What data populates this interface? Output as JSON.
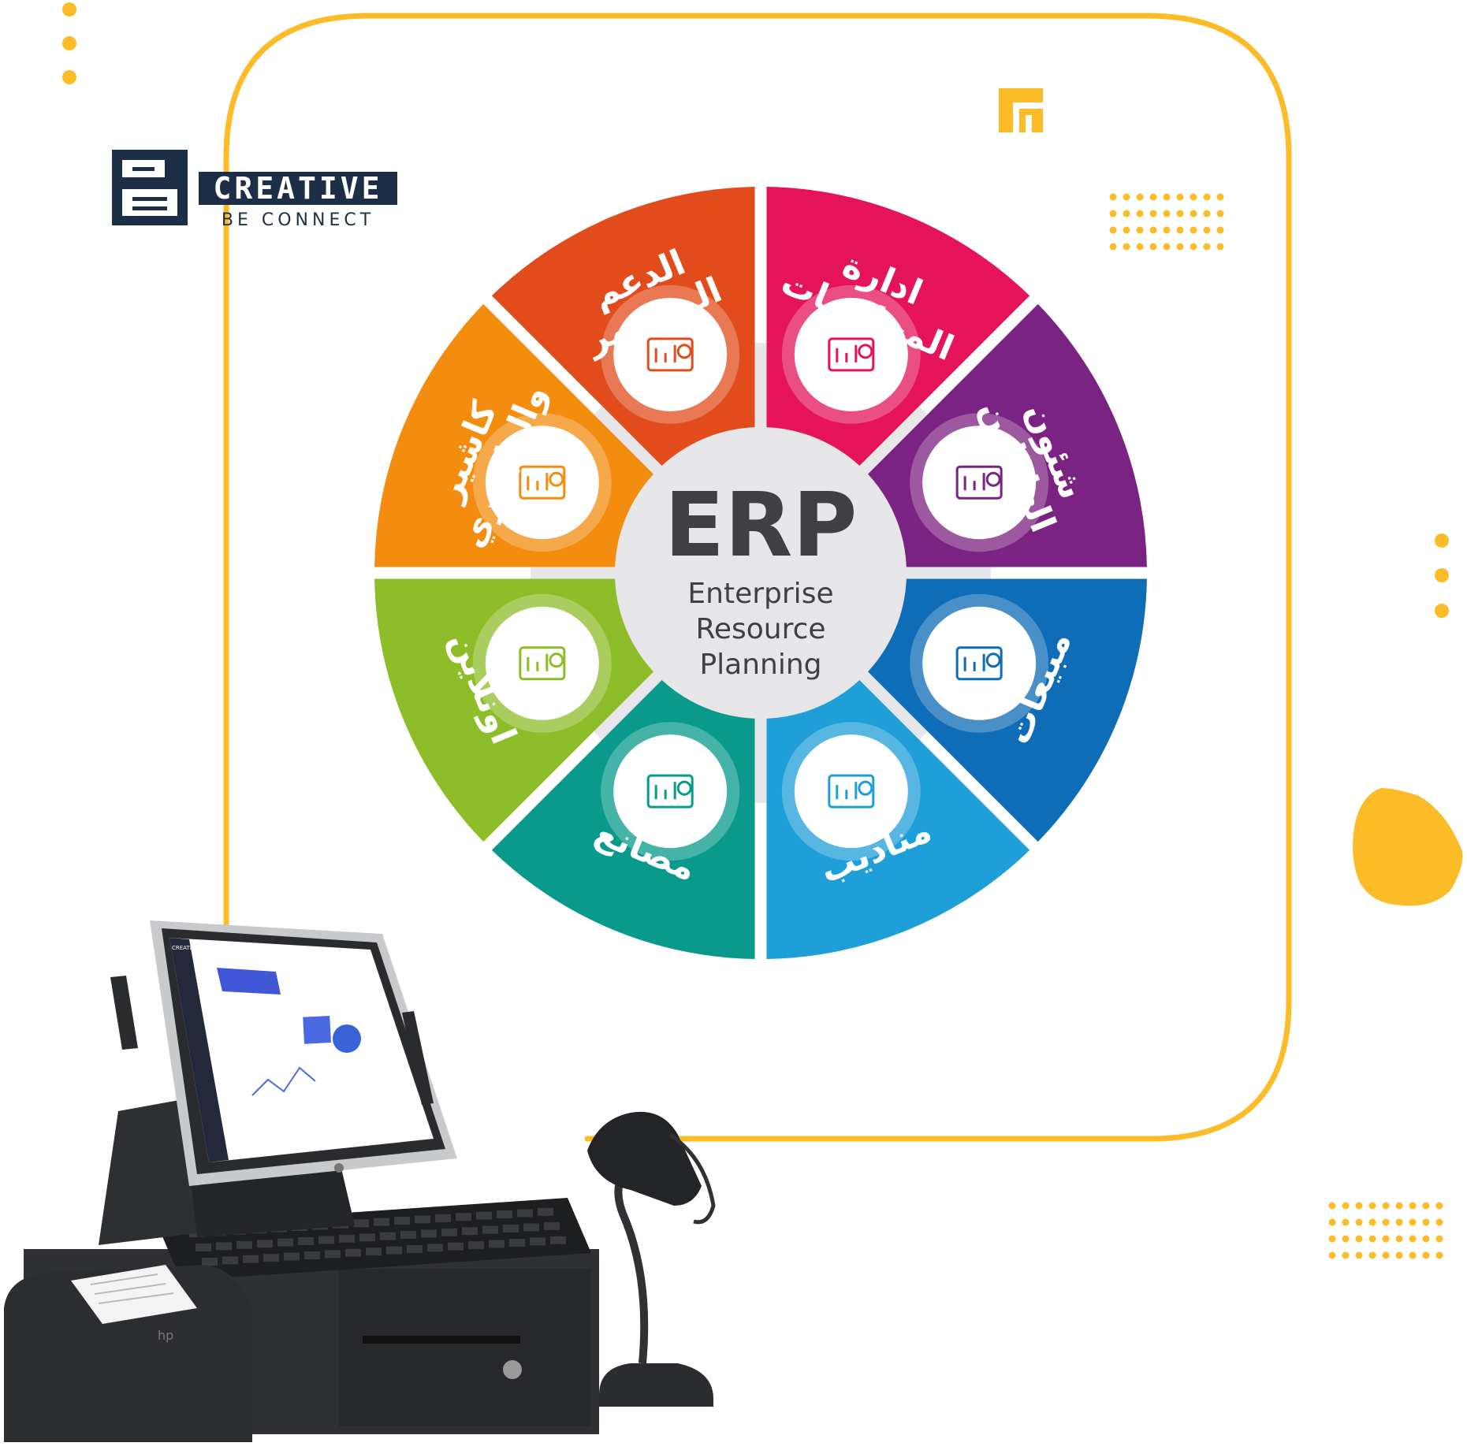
{
  "brand": {
    "name": "CREATIVE",
    "tagline": "BE CONNECT",
    "mark": "B",
    "colors": {
      "navy": "#1d2f47",
      "yellow": "#fbbc27"
    }
  },
  "center": {
    "title": "ERP",
    "subtitle_lines": [
      "Enterprise",
      "Resource",
      "Planning"
    ]
  },
  "segments": [
    {
      "id": "accounts",
      "lines": [
        "ادارة",
        "المحاسبات"
      ],
      "color": "#e5145a",
      "icon": "chart-search-icon"
    },
    {
      "id": "hr",
      "lines": [
        "شئون",
        "العاملين"
      ],
      "color": "#7b2382",
      "icon": "people-cycle-icon"
    },
    {
      "id": "sales",
      "lines": [
        "مبيعات"
      ],
      "color": "#0f6cb6",
      "icon": "sales-report-icon"
    },
    {
      "id": "reps",
      "lines": [
        "مناديب"
      ],
      "color": "#1f9fd8",
      "icon": "handshake-contract-icon"
    },
    {
      "id": "factories",
      "lines": [
        "مصانع"
      ],
      "color": "#0a9a8c",
      "icon": "factory-icon"
    },
    {
      "id": "online",
      "lines": [
        "اونلاين"
      ],
      "color": "#8dbe2a",
      "icon": "money-flow-icon"
    },
    {
      "id": "cashier",
      "lines": [
        "كاشير",
        "والدليفري"
      ],
      "color": "#f38c0f",
      "icon": "delivery-truck-icon"
    },
    {
      "id": "support",
      "lines": [
        "الدعم",
        "المستمر"
      ],
      "color": "#e24c1c",
      "icon": "headset-support-icon"
    }
  ],
  "pos_device": {
    "brand_badge": "hp",
    "screen_brand": "CREATIVE"
  }
}
